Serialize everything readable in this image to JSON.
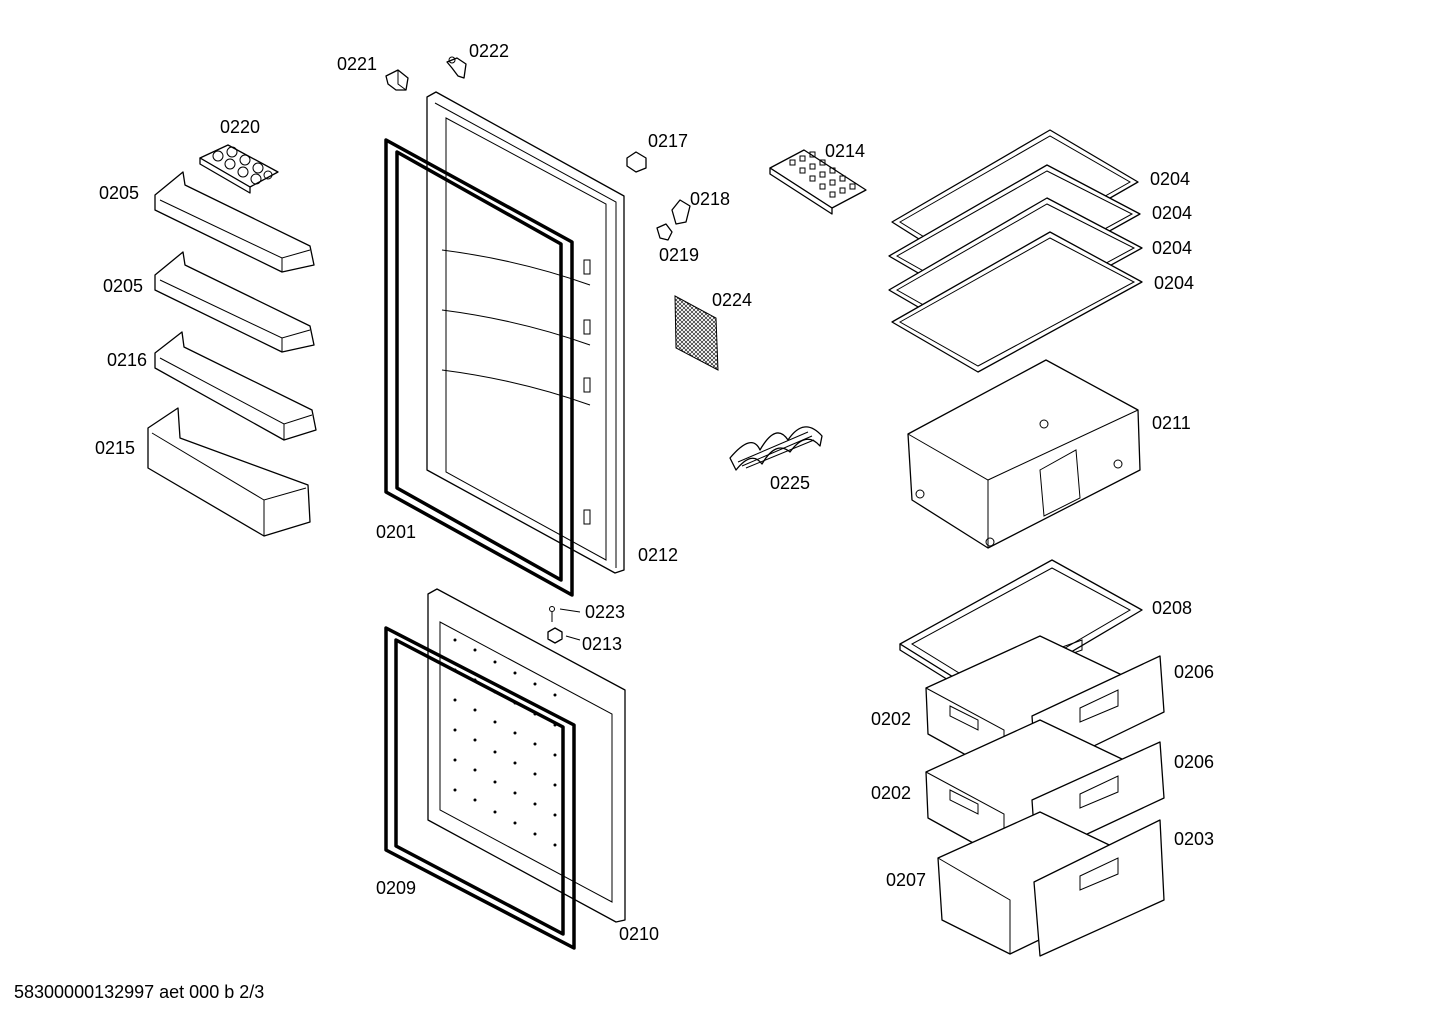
{
  "labels": {
    "p0201": "0201",
    "p0202a": "0202",
    "p0202b": "0202",
    "p0203": "0203",
    "p0204a": "0204",
    "p0204b": "0204",
    "p0204c": "0204",
    "p0204d": "0204",
    "p0205a": "0205",
    "p0205b": "0205",
    "p0206a": "0206",
    "p0206b": "0206",
    "p0207": "0207",
    "p0208": "0208",
    "p0209": "0209",
    "p0210": "0210",
    "p0211": "0211",
    "p0212": "0212",
    "p0213": "0213",
    "p0214": "0214",
    "p0215": "0215",
    "p0216": "0216",
    "p0217": "0217",
    "p0218": "0218",
    "p0219": "0219",
    "p0220": "0220",
    "p0221": "0221",
    "p0222": "0222",
    "p0223": "0223",
    "p0224": "0224",
    "p0225": "0225"
  },
  "footer": "58300000132997 aet 000 b 2/3"
}
